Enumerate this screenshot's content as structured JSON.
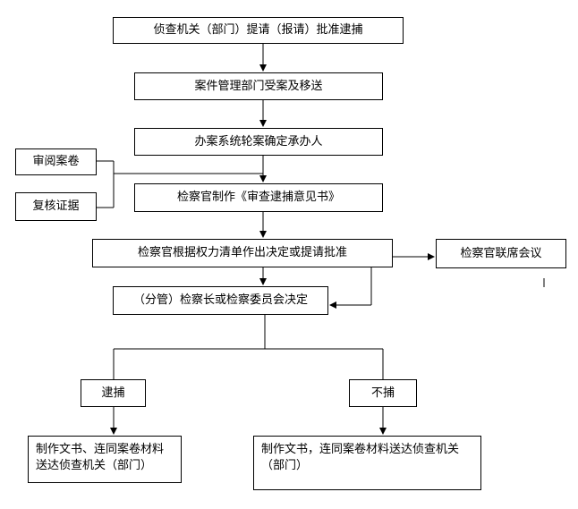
{
  "flowchart": {
    "step1": "侦查机关（部门）提请（报请）批准逮捕",
    "step2": "案件管理部门受案及移送",
    "step3": "办案系统轮案确定承办人",
    "step4": "检察官制作《审查逮捕意见书》",
    "step5": "检察官根据权力清单作出决定或提请批准",
    "step6": "（分管）检察长或检察委员会决定",
    "side_review_file": "审阅案卷",
    "side_recheck_evidence": "复核证据",
    "side_joint_meeting": "检察官联席会议",
    "branch_arrest": "逮捕",
    "branch_no_arrest": "不捕",
    "result_arrest": "制作文书、连同案卷材料送达侦查机关（部门）",
    "result_no_arrest": "制作文书，连同案卷材料送达侦查机关（部门）"
  },
  "colors": {
    "line": "#000000",
    "background": "#ffffff"
  }
}
